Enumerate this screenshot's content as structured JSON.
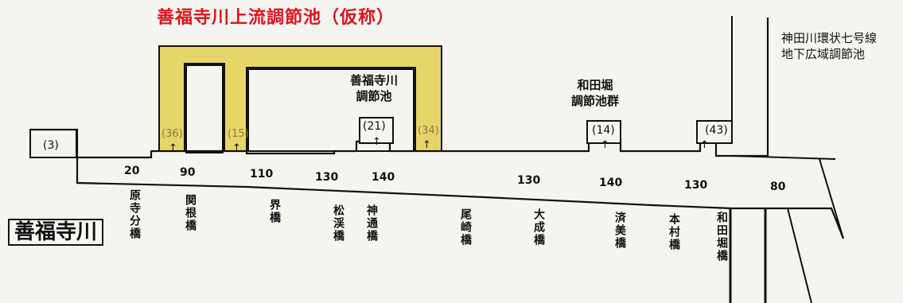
{
  "title": "善福寺川上流調節池（仮称）",
  "river_name": "善福寺川",
  "right_facility": "神田川環状七号線\n地下広域調節池",
  "pond_a": "善福寺川\n調節池",
  "pond_b": "和田堀\n調節池群",
  "refs": {
    "r3": "(3)",
    "r21": "(21)",
    "r14": "(14)",
    "r43": "(43)",
    "r36": "(36)",
    "r15": "(15)",
    "r34": "(34)"
  },
  "arrow": "↑",
  "widths": [
    "20",
    "90",
    "110",
    "130",
    "140",
    "130",
    "140",
    "130",
    "80"
  ],
  "bridges": [
    "原寺分橋",
    "関根橋",
    "界橋",
    "松渓橋",
    "神通橋",
    "尾崎橋",
    "大成橋",
    "済美橋",
    "本村橋",
    "和田堀橋"
  ],
  "colors": {
    "title": "#e0141b",
    "pond_fill": "#e8d56a"
  }
}
